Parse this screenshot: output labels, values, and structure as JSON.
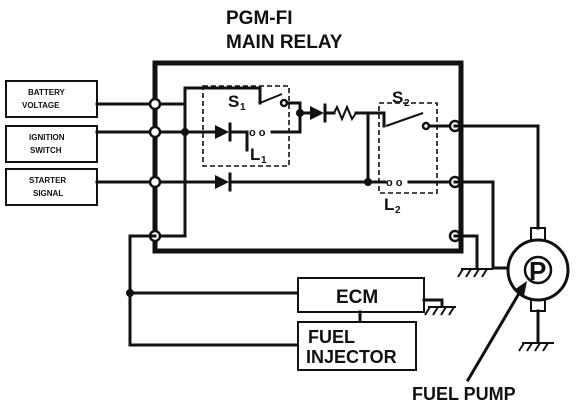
{
  "title": {
    "line1": "PGM-FI",
    "line2": "MAIN RELAY"
  },
  "inputs": [
    {
      "line1": "BATTERY",
      "line2": "VOLTAGE"
    },
    {
      "line1": "IGNITION",
      "line2": "SWITCH"
    },
    {
      "line1": "STARTER",
      "line2": "SIGNAL"
    }
  ],
  "relays": {
    "s1": {
      "letter": "S",
      "sub": "1"
    },
    "s2": {
      "letter": "S",
      "sub": "2"
    },
    "l1": {
      "letter": "L",
      "sub": "1"
    },
    "l2": {
      "letter": "L",
      "sub": "2"
    },
    "coil_mark": "o o"
  },
  "ecm": {
    "label": "ECM"
  },
  "injector": {
    "line1": "FUEL",
    "line2": "INJECTOR"
  },
  "pump": {
    "symbol": "P",
    "label": "FUEL PUMP"
  }
}
